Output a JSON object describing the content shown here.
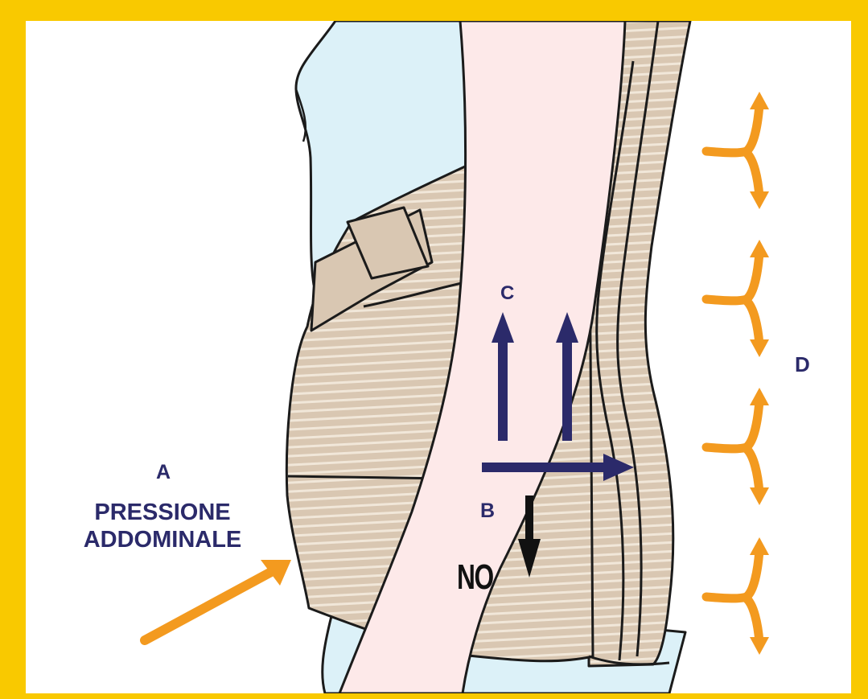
{
  "labels": {
    "a": "A",
    "pressure": "PRESSIONE ADDOMINALE",
    "b": "B",
    "c": "C",
    "d": "D",
    "no": "NO"
  },
  "colors": {
    "frame": "#f9c900",
    "background": "#ffffff",
    "shirt": "#dcf1f8",
    "skin": "#fde9e9",
    "brace": "#d9c7b2",
    "brace_stripes": "#f1e7d9",
    "outline": "#1b1b1b",
    "force_arrows": "#2b2a6a",
    "pressure_arrows": "#f39a1f",
    "no_arrow": "#111111"
  }
}
